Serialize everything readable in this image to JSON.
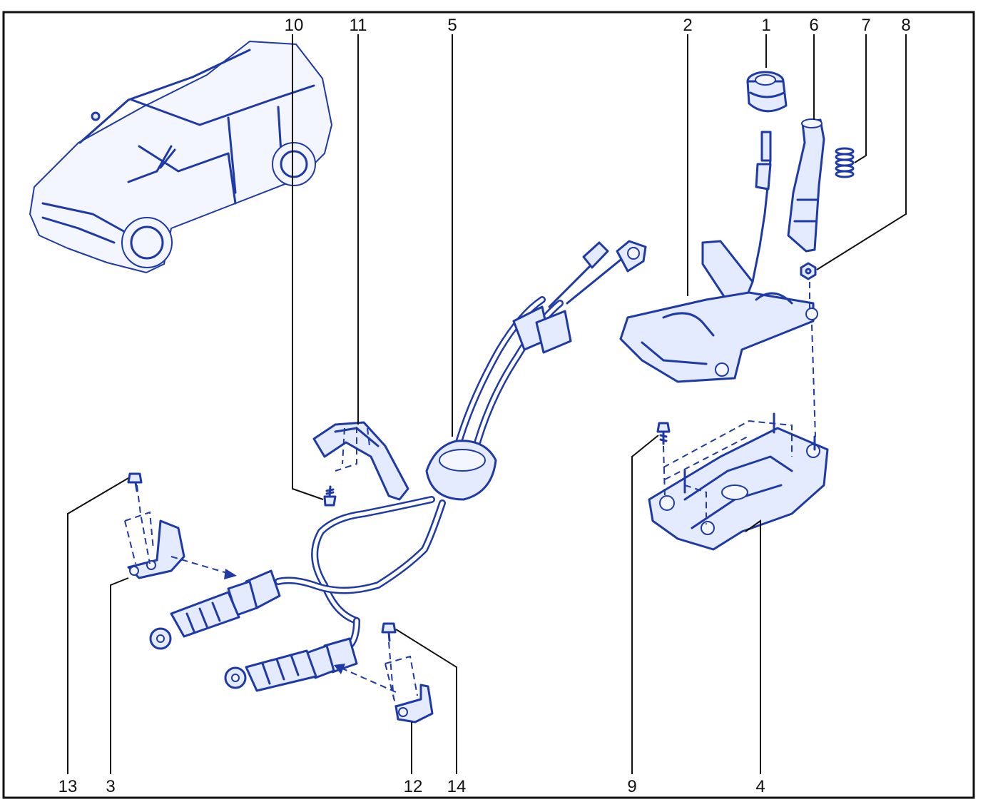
{
  "labels": {
    "n1": "1",
    "n2": "2",
    "n3": "3",
    "n4": "4",
    "n5": "5",
    "n6": "6",
    "n7": "7",
    "n8": "8",
    "n9": "9",
    "n10": "10",
    "n11": "11",
    "n12": "12",
    "n13": "13",
    "n14": "14"
  },
  "colors": {
    "line_art": "#1f3aa6",
    "fill": "#e4ebff",
    "callout": "#111111",
    "background": "#ffffff"
  }
}
